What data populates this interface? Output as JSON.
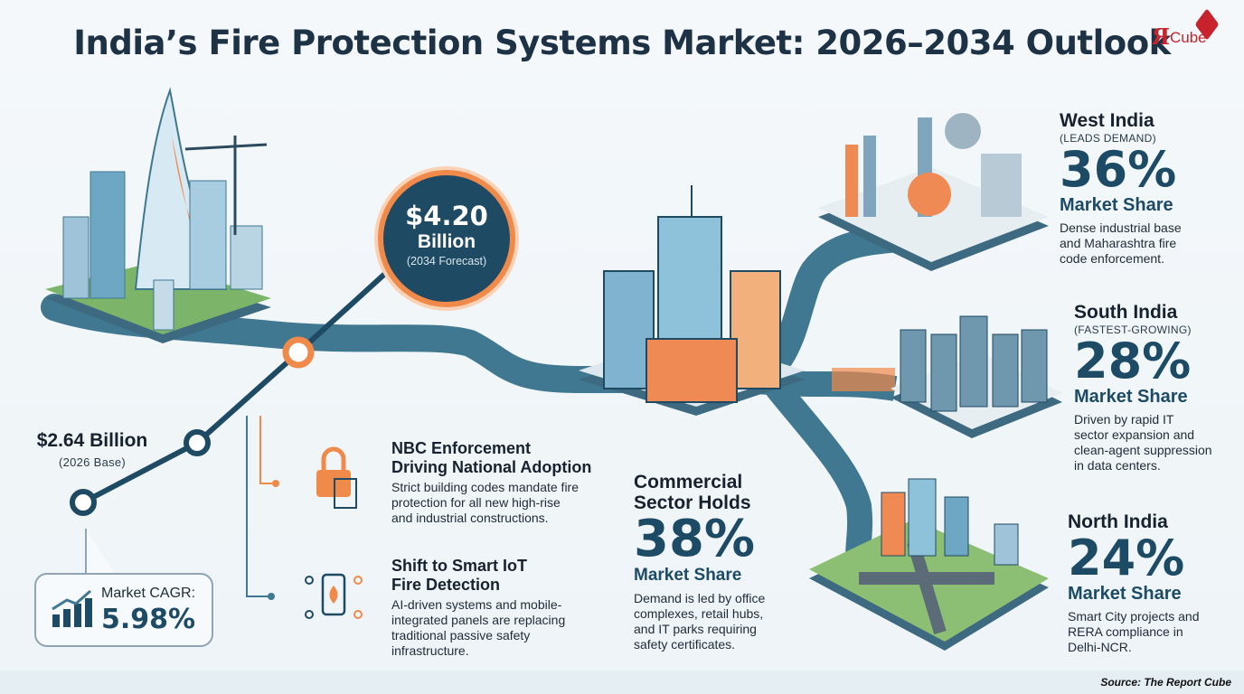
{
  "title": "India’s Fire Protection Systems Market: 2026–2034 Outlook",
  "logo": {
    "mark": "R",
    "text": "Cube"
  },
  "base": {
    "value": "$2.64 Billion",
    "note": "(2026 Base)"
  },
  "forecast": {
    "value": "$4.20",
    "unit": "Billion",
    "note": "(2034 Forecast)"
  },
  "cagr": {
    "label": "Market CAGR:",
    "value": "5.98%"
  },
  "drivers": [
    {
      "title_line1": "NBC Enforcement",
      "title_line2": "Driving National Adoption",
      "text_lines": [
        "Strict building codes mandate fire",
        "protection for all new high-rise",
        "and industrial constructions."
      ]
    },
    {
      "title_line1": "Shift to Smart IoT",
      "title_line2": "Fire Detection",
      "text_lines": [
        "AI-driven systems and mobile-",
        "integrated panels are replacing",
        "traditional passive safety",
        "infrastructure."
      ]
    }
  ],
  "commercial": {
    "title_line1": "Commercial",
    "title_line2": "Sector Holds",
    "percent": "38%",
    "share_label": "Market Share",
    "text_lines": [
      "Demand is led by office",
      "complexes, retail hubs,",
      "and IT parks requiring",
      "safety certificates."
    ]
  },
  "regions": [
    {
      "name": "West India",
      "tag": "(LEADS DEMAND)",
      "percent": "36%",
      "share_label": "Market Share",
      "text_lines": [
        "Dense industrial base",
        "and Maharashtra fire",
        "code enforcement."
      ]
    },
    {
      "name": "South India",
      "tag": "(FASTEST-GROWING)",
      "percent": "28%",
      "share_label": "Market Share",
      "text_lines": [
        "Driven by rapid IT",
        "sector expansion and",
        "clean-agent suppression",
        "in data centers."
      ]
    },
    {
      "name": "North India",
      "tag": "",
      "percent": "24%",
      "share_label": "Market Share",
      "text_lines": [
        "Smart City projects and",
        "RERA compliance in",
        "Delhi-NCR."
      ]
    }
  ],
  "source": "Source: The Report Cube",
  "colors": {
    "navy": "#1d4b66",
    "orange": "#f08a4b",
    "teal": "#3f7890"
  }
}
